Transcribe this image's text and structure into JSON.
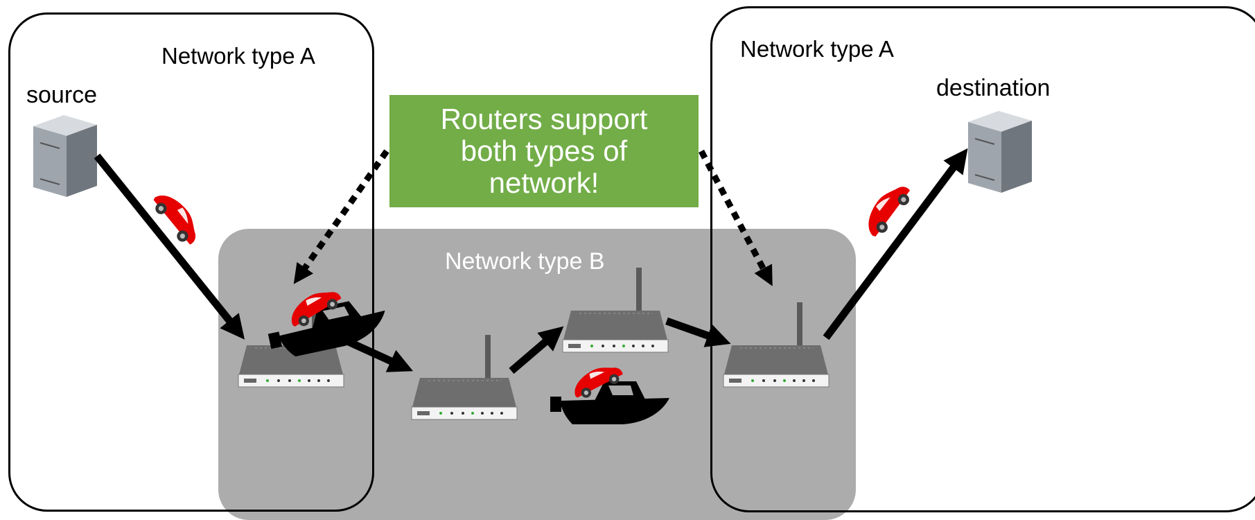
{
  "labels": {
    "left_network": "Network type A",
    "right_network": "Network type A",
    "middle_network": "Network type B",
    "source": "source",
    "destination": "destination"
  },
  "callout": {
    "text": "Routers support\nboth types of\nnetwork!",
    "color": "#72ad48"
  },
  "colors": {
    "network_b_fill": "#a9a9a9",
    "car": "#e60000",
    "boat": "#000000",
    "arrow": "#000000"
  },
  "icons": [
    "server-icon",
    "router-icon",
    "car-icon",
    "boat-icon"
  ]
}
